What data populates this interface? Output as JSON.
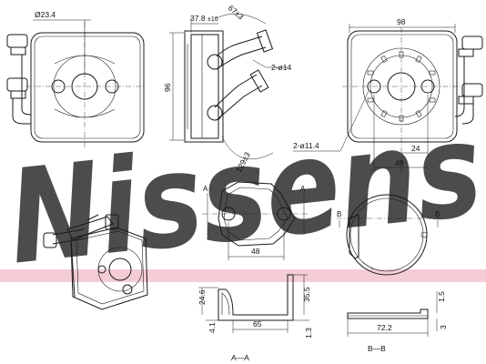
{
  "watermark": {
    "text": "Nissens",
    "color": "#c9d7e6",
    "stripe_color": "#f2c4cc"
  },
  "dimensions": {
    "bore_dia": "Ø23.4",
    "d_37_8": "37.8",
    "d_16": "±16",
    "d_67": "67±3",
    "pipe_dia": "2-ø14",
    "height_96": "96",
    "d_129": "129±3",
    "width_98": "98",
    "hole_dia": "2-ø11.4",
    "d_24": "24",
    "d_48_front": "48",
    "d_48_section": "48",
    "d_24_6": "24.6",
    "d_4_1": "4.1",
    "d_65": "65",
    "d_35_5": "35.5",
    "d_1_3": "1.3",
    "d_72_2": "72.2",
    "d_1_5": "1.5",
    "d_3": "3"
  },
  "section_marks": {
    "a_left": "A",
    "a_right": "A",
    "b_left": "B",
    "b_right": "B"
  },
  "captions": {
    "section_a": "A—A",
    "section_b": "B—B"
  },
  "colors": {
    "line": "#1a1a1a"
  }
}
